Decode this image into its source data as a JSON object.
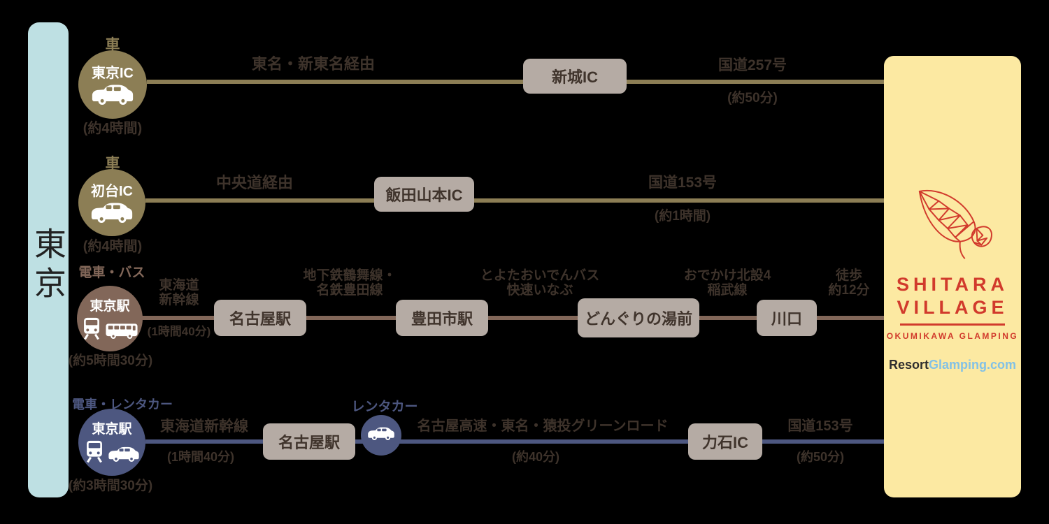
{
  "origin": {
    "label": "東京"
  },
  "destination": {
    "title_line1": "SHITARA",
    "title_line2": "VILLAGE",
    "subtitle": "OKUMIKAWA GLAMPING",
    "brand_dark": "Resort",
    "brand_light": "Glamping.com",
    "logo_icon": "leaf-logo-icon"
  },
  "colors": {
    "car_route": "#8C7E55",
    "train_bus_route": "#826759",
    "train_rental_route": "#4D5780",
    "node_box": "#B5ABA4",
    "text_dark": "#3E332B",
    "origin_bar": "#BEE0E3",
    "destination_bar": "#FCE9A2",
    "logo_red": "#D13A2C",
    "brand_blue": "#82C1E6"
  },
  "routes": {
    "r1": {
      "mode": "車",
      "icons": [
        "car"
      ],
      "start_name": "東京IC",
      "total_time": "(約4時間)",
      "via1": "東名・新東名経由",
      "node1": "新城IC",
      "via2": "国道257号",
      "via2_time": "(約50分)"
    },
    "r2": {
      "mode": "車",
      "icons": [
        "car"
      ],
      "start_name": "初台IC",
      "total_time": "(約4時間)",
      "via1": "中央道経由",
      "node1": "飯田山本IC",
      "via2": "国道153号",
      "via2_time": "(約1時間)"
    },
    "r3": {
      "mode": "電車・バス",
      "icons": [
        "train",
        "bus"
      ],
      "start_name": "東京駅",
      "total_time": "(約5時間30分)",
      "seg1_line1": "東海道",
      "seg1_line2": "新幹線",
      "seg1_time": "(1時間40分)",
      "node1": "名古屋駅",
      "seg2_line1": "地下鉄鶴舞線・",
      "seg2_line2": "名鉄豊田線",
      "node2": "豊田市駅",
      "seg3_line1": "とよたおいでんバス",
      "seg3_line2": "快速いなぶ",
      "node3": "どんぐりの湯前",
      "seg4_line1": "おでかけ北設4",
      "seg4_line2": "稲武線",
      "node4": "川口",
      "seg5_line1": "徒歩",
      "seg5_line2": "約12分"
    },
    "r4": {
      "mode": "電車・レンタカー",
      "icons": [
        "train",
        "car"
      ],
      "start_name": "東京駅",
      "total_time": "(約3時間30分)",
      "seg1": "東海道新幹線",
      "seg1_time": "(1時間40分)",
      "node1": "名古屋駅",
      "rental_label": "レンタカー",
      "rental_icon": "car",
      "seg2": "名古屋高速・東名・猿投グリーンロード",
      "seg2_time": "(約40分)",
      "node2": "力石IC",
      "seg3": "国道153号",
      "seg3_time": "(約50分)"
    }
  }
}
